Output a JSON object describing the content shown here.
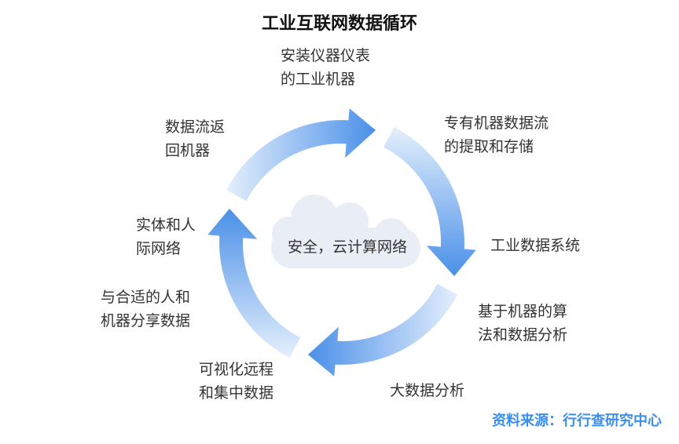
{
  "title": "工业互联网数据循环",
  "center": "安全，云计算网络",
  "steps": [
    {
      "lines": [
        "安装仪器仪表",
        "的工业机器"
      ]
    },
    {
      "lines": [
        "专有机器数据流",
        "的提取和存储"
      ]
    },
    {
      "lines": [
        "工业数据系统"
      ]
    },
    {
      "lines": [
        "基于机器的算",
        "法和数据分析"
      ]
    },
    {
      "lines": [
        "大数据分析"
      ]
    },
    {
      "lines": [
        "可视化远程",
        "和集中数据"
      ]
    },
    {
      "lines": [
        "与合适的人和",
        "机器分享数据"
      ]
    },
    {
      "lines": [
        "实体和人",
        "际网络"
      ]
    },
    {
      "lines": [
        "数据流返",
        "回机器"
      ]
    }
  ],
  "source": "资料来源：行行查研究中心",
  "colors": {
    "arrow_dark": "#4a90e8",
    "arrow_light": "#dcebfb",
    "cloud": "#e9eef6",
    "source": "#3a8ef0"
  }
}
